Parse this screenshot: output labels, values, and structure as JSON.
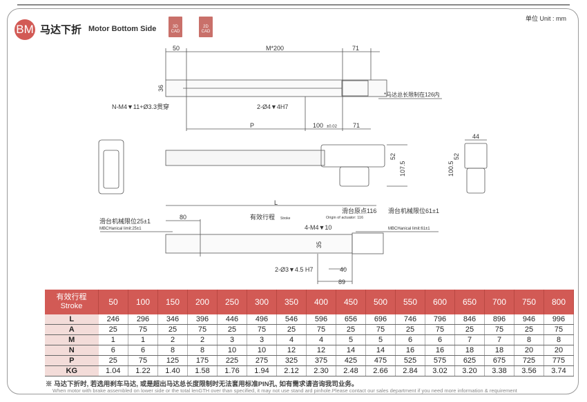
{
  "header": {
    "badge": "BM",
    "title_cn": "马达下折",
    "title_en": "Motor Bottom Side",
    "cad_buttons": [
      "3D CAD",
      "2D CAD"
    ],
    "unit": "单位 Unit : mm"
  },
  "drawing": {
    "top_view": {
      "dim_50": "50",
      "dim_m200": "M*200",
      "dim_71_top": "71",
      "dim_36": "36",
      "hole_note": "N-M4▼11+Ø3.3贯穿",
      "pin_note": "2-Ø4▼4H7",
      "dim_p": "P",
      "dim_100": "100",
      "dim_100_tol": "±0.02",
      "dim_71_bottom": "71",
      "motor_limit": "*马达总长限制在126内"
    },
    "side_view": {
      "dim_52": "52",
      "dim_107_5": "107.5"
    },
    "end_view": {
      "dim_44": "44",
      "dim_52": "52",
      "dim_100_5": "100.5"
    },
    "bottom_view": {
      "dim_l": "L",
      "stroke_cn": "有效行程",
      "stroke_en": "Stroke",
      "origin_cn": "滑台原点116",
      "origin_en": "Origin of actuator: 116",
      "limit_left_cn": "滑台机械限位25±1",
      "limit_left_en": "MBCHanical limit:25±1",
      "limit_right_cn": "滑台机械限位61±1",
      "limit_right_en": "MBCHanical limit:61±1",
      "dim_80": "80",
      "tap_note": "4-M4▼10",
      "dim_35": "35",
      "pin_note": "2-Ø3▼4.5 H7",
      "dim_40": "40",
      "dim_89": "89"
    }
  },
  "table": {
    "header_cn": "有效行程",
    "header_en": "Stroke",
    "strokes": [
      "50",
      "100",
      "150",
      "200",
      "250",
      "300",
      "350",
      "400",
      "450",
      "500",
      "550",
      "600",
      "650",
      "700",
      "750",
      "800"
    ],
    "rows": [
      {
        "label": "L",
        "values": [
          "246",
          "296",
          "346",
          "396",
          "446",
          "496",
          "546",
          "596",
          "656",
          "696",
          "746",
          "796",
          "846",
          "896",
          "946",
          "996"
        ]
      },
      {
        "label": "A",
        "values": [
          "25",
          "75",
          "25",
          "75",
          "25",
          "75",
          "25",
          "75",
          "25",
          "75",
          "25",
          "75",
          "25",
          "75",
          "25",
          "75"
        ]
      },
      {
        "label": "M",
        "values": [
          "1",
          "1",
          "2",
          "2",
          "3",
          "3",
          "4",
          "4",
          "5",
          "5",
          "6",
          "6",
          "7",
          "7",
          "8",
          "8"
        ]
      },
      {
        "label": "N",
        "values": [
          "6",
          "6",
          "8",
          "8",
          "10",
          "10",
          "12",
          "12",
          "14",
          "14",
          "16",
          "16",
          "18",
          "18",
          "20",
          "20"
        ]
      },
      {
        "label": "P",
        "values": [
          "25",
          "75",
          "125",
          "175",
          "225",
          "275",
          "325",
          "375",
          "425",
          "475",
          "525",
          "575",
          "625",
          "675",
          "725",
          "775"
        ]
      },
      {
        "label": "KG",
        "values": [
          "1.04",
          "1.22",
          "1.40",
          "1.58",
          "1.76",
          "1.94",
          "2.12",
          "2.30",
          "2.48",
          "2.66",
          "2.84",
          "3.02",
          "3.20",
          "3.38",
          "3.56",
          "3.74"
        ]
      }
    ]
  },
  "notes": {
    "cn": "※ 马达下折时, 若选用刹车马达, 或是超出马达总长度限制时无法套用标准PIN孔, 如有需求请咨询我司业务。",
    "en": "When motor with brake assembled on lower side or the total lenGTH over than specified, it may not use stand ard pinhole.Please contact our sales department if you need more information & requirement"
  },
  "colors": {
    "accent": "#d25a55",
    "label_bg": "#f3dcd9"
  }
}
